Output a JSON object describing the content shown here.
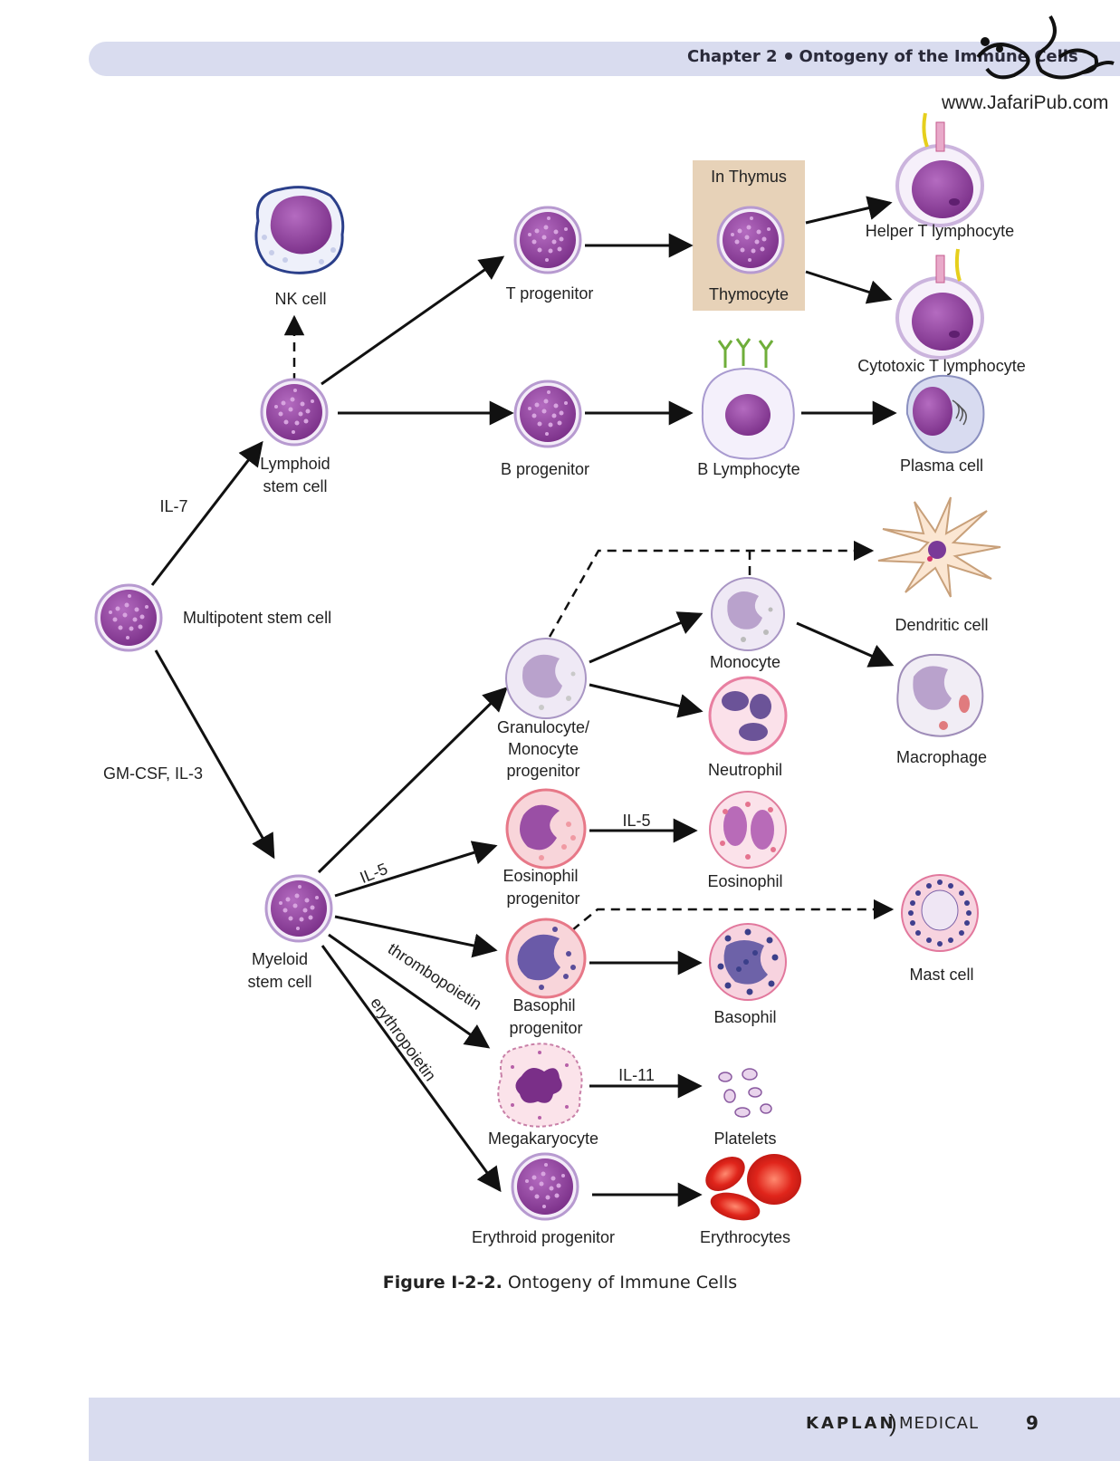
{
  "header": {
    "chapter": "Chapter 2",
    "title": "Ontogeny of the Immune Cells",
    "watermark_url": "www.JafariPub.com"
  },
  "labels": {
    "nk_cell": "NK cell",
    "lymphoid_1": "Lymphoid",
    "lymphoid_2": "stem cell",
    "il7": "IL-7",
    "multipotent": "Multipotent stem cell",
    "gmcsf": "GM-CSF, IL-3",
    "myeloid_1": "Myeloid",
    "myeloid_2": "stem cell",
    "t_progenitor": "T progenitor",
    "in_thymus": "In Thymus",
    "thymocyte": "Thymocyte",
    "helper_t": "Helper T lymphocyte",
    "cytotoxic_t": "Cytotoxic T lymphocyte",
    "b_progenitor": "B progenitor",
    "b_lymphocyte": "B Lymphocyte",
    "plasma_cell": "Plasma cell",
    "dendritic_cell": "Dendritic cell",
    "monocyte": "Monocyte",
    "macrophage": "Macrophage",
    "gm_prog_1": "Granulocyte/",
    "gm_prog_2": "Monocyte",
    "gm_prog_3": "progenitor",
    "neutrophil": "Neutrophil",
    "il5_eos": "IL-5",
    "eos_prog_1": "Eosinophil",
    "eos_prog_2": "progenitor",
    "eosinophil": "Eosinophil",
    "il5_myeloid": "IL-5",
    "mast_cell": "Mast cell",
    "baso_prog_1": "Basophil",
    "baso_prog_2": "progenitor",
    "basophil": "Basophil",
    "thrombopoietin": "thrombopoietin",
    "erythropoietin": "erythropoietin",
    "megakaryocyte": "Megakaryocyte",
    "il11": "IL-11",
    "platelets": "Platelets",
    "erythroid_progenitor": "Erythroid progenitor",
    "erythrocytes": "Erythrocytes"
  },
  "caption": {
    "figure_number": "Figure I-2-2.",
    "text": "Ontogeny of Immune Cells"
  },
  "footer": {
    "brand": "KAPLAN",
    "brand_suffix": "MEDICAL",
    "page_number": "9"
  },
  "colors": {
    "header_band": "#d9dcef",
    "thymus_box": "#e7d2b8",
    "stem_nucleus": "#8a3f96",
    "cell_membrane": "#cbb4dd",
    "erythrocyte": "#e0251b"
  }
}
